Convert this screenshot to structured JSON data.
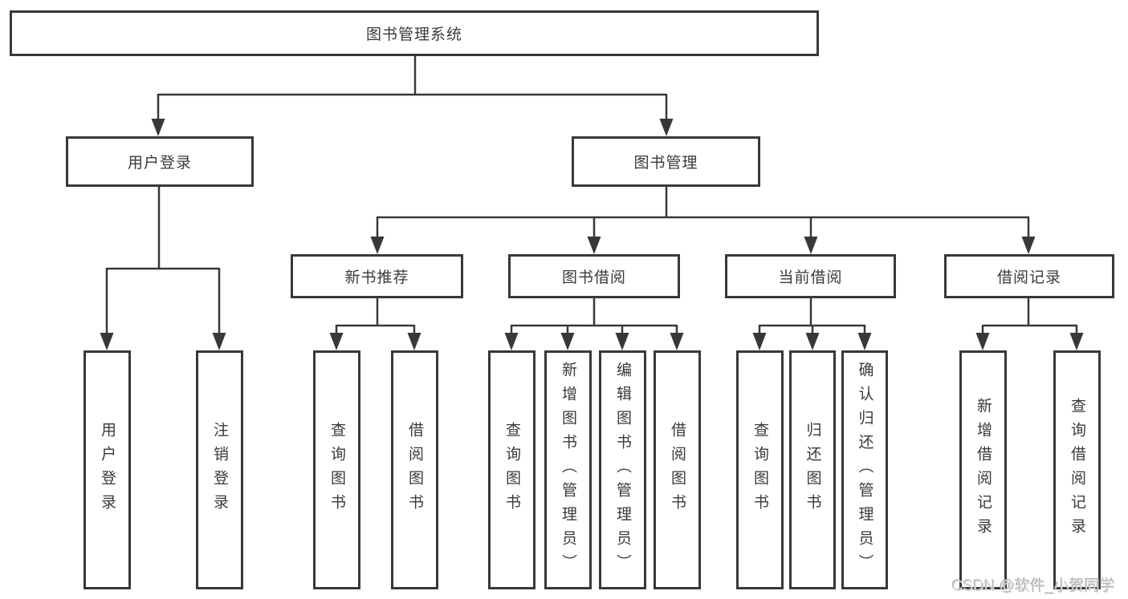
{
  "diagram": {
    "title": "图书管理系统",
    "branches": [
      {
        "label": "用户登录",
        "children": [
          {
            "label": "用户登录"
          },
          {
            "label": "注销登录"
          }
        ]
      },
      {
        "label": "图书管理",
        "children": [
          {
            "label": "新书推荐",
            "children": [
              {
                "label": "查询图书"
              },
              {
                "label": "借阅图书"
              }
            ]
          },
          {
            "label": "图书借阅",
            "children": [
              {
                "label": "查询图书"
              },
              {
                "label": "新增图书（管理员）"
              },
              {
                "label": "编辑图书（管理员）"
              },
              {
                "label": "借阅图书"
              }
            ]
          },
          {
            "label": "当前借阅",
            "children": [
              {
                "label": "查询图书"
              },
              {
                "label": "归还图书"
              },
              {
                "label": "确认归还（管理员）"
              }
            ]
          },
          {
            "label": "借阅记录",
            "children": [
              {
                "label": "新增借阅记录"
              },
              {
                "label": "查询借阅记录"
              }
            ]
          }
        ]
      }
    ]
  },
  "watermark": "CSDN @软件_小贺同学",
  "colors": {
    "line": "#383838",
    "box_border": "#383838",
    "text": "#3a3a3a",
    "background": "#ffffff",
    "watermark": "#d9d9d9"
  }
}
